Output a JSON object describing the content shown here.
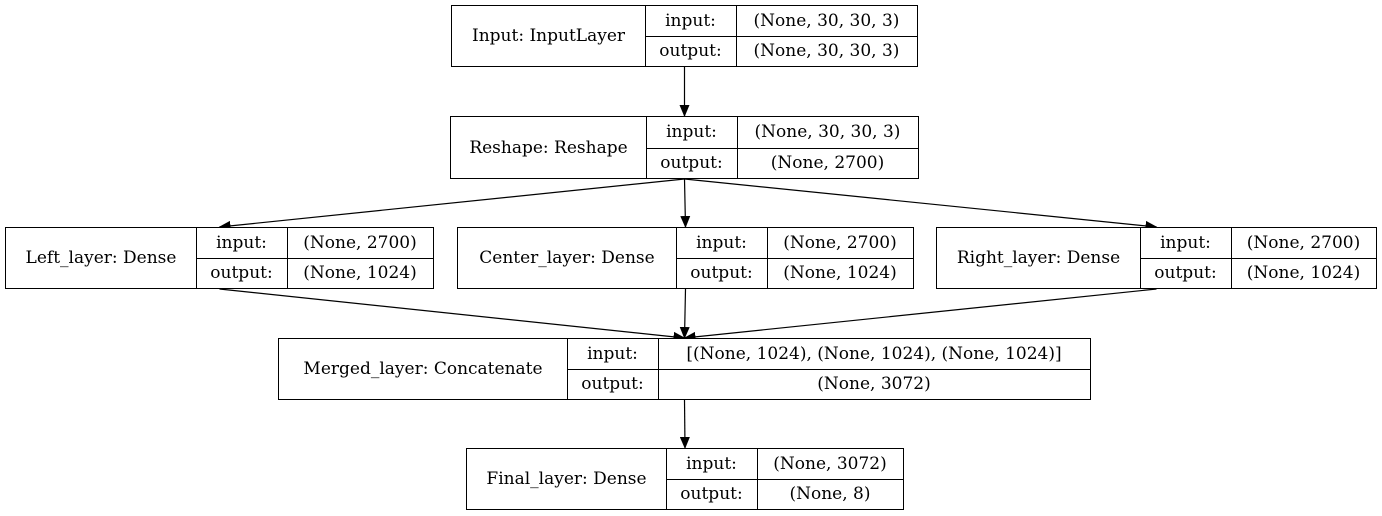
{
  "layers": [
    {
      "id": "input",
      "name": "Input: InputLayer",
      "input_label": "input:",
      "output_label": "output:",
      "input": "(None, 30, 30, 3)",
      "output": "(None, 30, 30, 3)"
    },
    {
      "id": "reshape",
      "name": "Reshape: Reshape",
      "input_label": "input:",
      "output_label": "output:",
      "input": "(None, 30, 30, 3)",
      "output": "(None, 2700)"
    },
    {
      "id": "left",
      "name": "Left_layer: Dense",
      "input_label": "input:",
      "output_label": "output:",
      "input": "(None, 2700)",
      "output": "(None, 1024)"
    },
    {
      "id": "center",
      "name": "Center_layer: Dense",
      "input_label": "input:",
      "output_label": "output:",
      "input": "(None, 2700)",
      "output": "(None, 1024)"
    },
    {
      "id": "right",
      "name": "Right_layer: Dense",
      "input_label": "input:",
      "output_label": "output:",
      "input": "(None, 2700)",
      "output": "(None, 1024)"
    },
    {
      "id": "merged",
      "name": "Merged_layer: Concatenate",
      "input_label": "input:",
      "output_label": "output:",
      "input": "[(None, 1024), (None, 1024), (None, 1024)]",
      "output": "(None, 3072)"
    },
    {
      "id": "final",
      "name": "Final_layer: Dense",
      "input_label": "input:",
      "output_label": "output:",
      "input": "(None, 3072)",
      "output": "(None, 8)"
    }
  ],
  "edges": [
    {
      "from": "input",
      "to": "reshape"
    },
    {
      "from": "reshape",
      "to": "left"
    },
    {
      "from": "reshape",
      "to": "center"
    },
    {
      "from": "reshape",
      "to": "right"
    },
    {
      "from": "left",
      "to": "merged"
    },
    {
      "from": "center",
      "to": "merged"
    },
    {
      "from": "right",
      "to": "merged"
    },
    {
      "from": "merged",
      "to": "final"
    }
  ]
}
